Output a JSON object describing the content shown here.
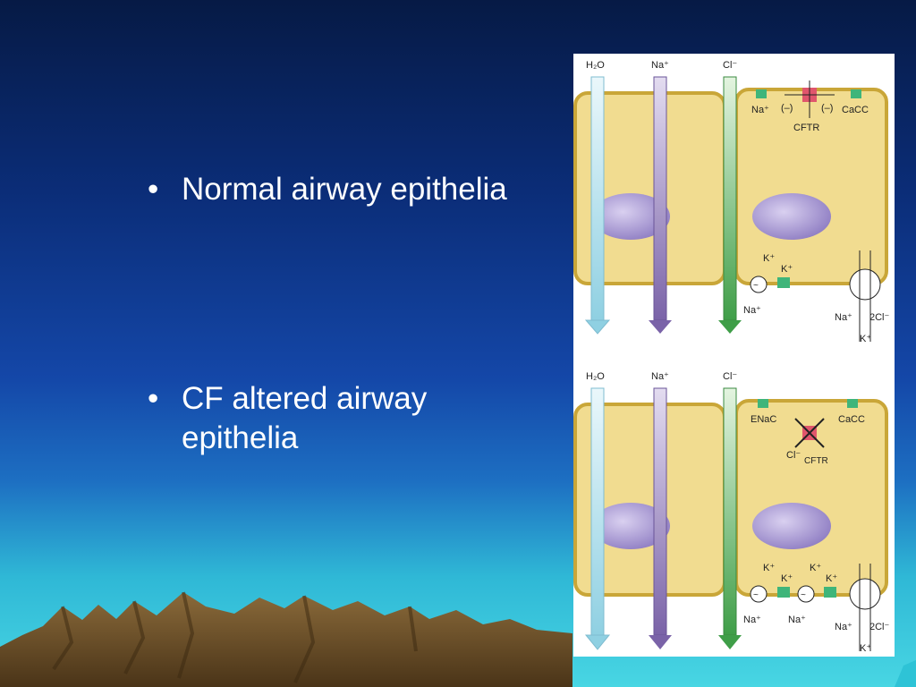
{
  "slide": {
    "bullets": [
      {
        "marker": "•",
        "text": "Normal airway epithelia"
      },
      {
        "marker": "•",
        "text": "CF altered airway epithelia"
      }
    ]
  },
  "diagram": {
    "columns": {
      "water": "H₂O",
      "sodium": "Na⁺",
      "chloride": "Cl⁻"
    },
    "normal": {
      "na_channel": "Na⁺",
      "neg1": "(–)",
      "neg2": "(–)",
      "cacc": "CaCC",
      "cftr": "CFTR",
      "k1": "K⁺",
      "k2": "K⁺",
      "na_out": "Na⁺",
      "na_cotrans": "Na⁺",
      "cl_cotrans": "2Cl⁻",
      "k_cotrans": "K⁺"
    },
    "cf": {
      "enac": "ENaC",
      "cacc": "CaCC",
      "cl": "Cl⁻",
      "cftr": "CFTR",
      "k1": "K⁺",
      "k2": "K⁺",
      "k3": "K⁺",
      "k4": "K⁺",
      "na_out1": "Na⁺",
      "na_out2": "Na⁺",
      "na_cotrans": "Na⁺",
      "cl_cotrans": "2Cl⁻",
      "k_cotrans": "K⁺"
    },
    "colors": {
      "cell_fill": "#f1dc90",
      "cell_border": "#c9a638",
      "nucleus": "#9b8ccc",
      "water_arrow": "#a9dbe8",
      "sodium_arrow": "#8d78b8",
      "chloride_arrow": "#4fab55",
      "channel": "#3fb57a",
      "cftr": "#e0566c"
    }
  }
}
